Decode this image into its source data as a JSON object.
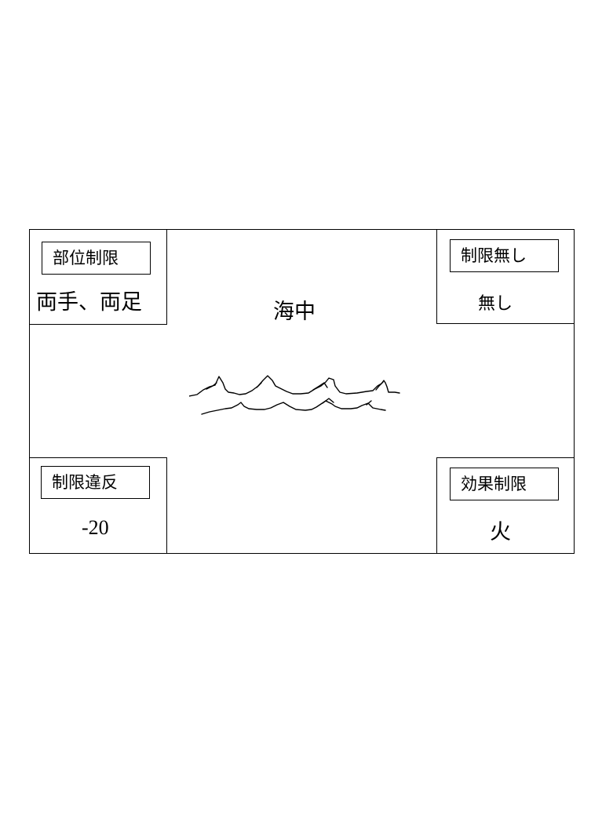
{
  "card": {
    "top_left": {
      "label": "部位制限",
      "value": "両手、両足"
    },
    "top_right": {
      "label": "制限無し",
      "value": "無し"
    },
    "bottom_left": {
      "label": "制限違反",
      "value": "-20"
    },
    "bottom_right": {
      "label": "効果制限",
      "value": "火"
    },
    "location": "海中",
    "illustration": "sea-waves"
  },
  "colors": {
    "line": "#000000",
    "background": "#ffffff"
  }
}
